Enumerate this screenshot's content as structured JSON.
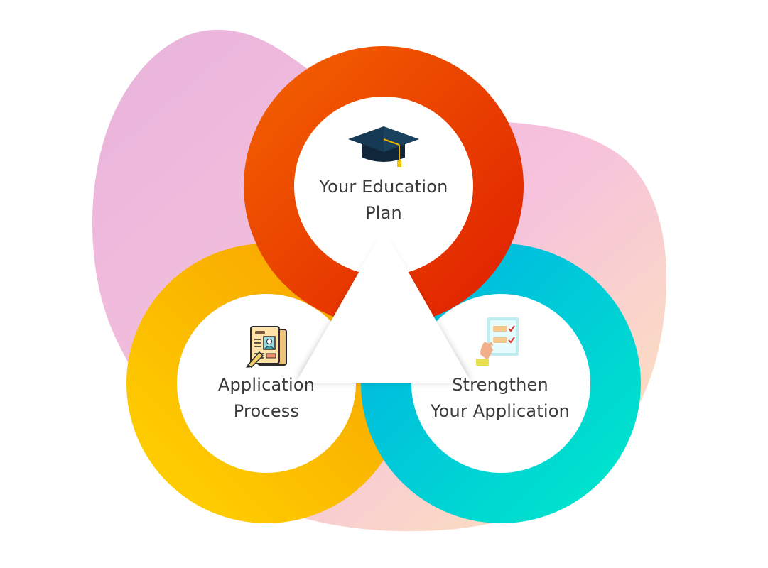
{
  "diagram": {
    "nodes": [
      {
        "id": "education-plan",
        "lines": [
          "Your Education",
          "Plan"
        ],
        "icon": "graduation-cap-icon",
        "colors": [
          "#f05a00",
          "#e02800"
        ]
      },
      {
        "id": "application-process",
        "lines": [
          "Application",
          "Process"
        ],
        "icon": "application-form-icon",
        "colors": [
          "#ffcc00",
          "#f5a000"
        ]
      },
      {
        "id": "strengthen-application",
        "lines": [
          "Strengthen",
          "Your Application"
        ],
        "icon": "checklist-hand-icon",
        "colors": [
          "#00b6e3",
          "#00e0c8"
        ]
      }
    ],
    "background_colors": [
      "#eab2dc",
      "#f6c4d6",
      "#fde7b8"
    ]
  }
}
